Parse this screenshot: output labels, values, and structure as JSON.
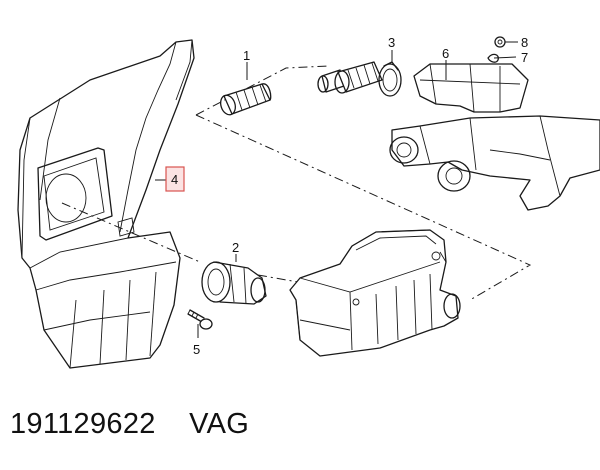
{
  "diagram": {
    "callouts": [
      {
        "id": "1",
        "text": "1"
      },
      {
        "id": "2",
        "text": "2"
      },
      {
        "id": "3",
        "text": "3"
      },
      {
        "id": "4",
        "text": "4",
        "highlight_color": "#d9534f",
        "highlight_fill": "#fbe3e3"
      },
      {
        "id": "5",
        "text": "5"
      },
      {
        "id": "6",
        "text": "6"
      },
      {
        "id": "7",
        "text": "7"
      },
      {
        "id": "8",
        "text": "8"
      }
    ]
  },
  "footer": {
    "part_number": "191129622",
    "brand": "VAG"
  }
}
